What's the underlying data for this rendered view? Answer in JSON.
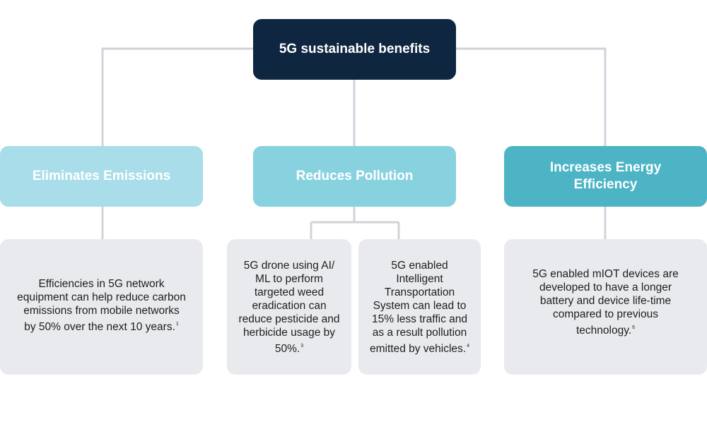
{
  "root": {
    "label": "5G sustainable benefits"
  },
  "categories": [
    {
      "label": "Eliminates Emissions"
    },
    {
      "label": "Reduces Pollution"
    },
    {
      "label": "Increases Energy Efficiency"
    }
  ],
  "details": [
    {
      "text": "Efficiencies in 5G network equipment can help reduce carbon emissions from mobile networks by 50% over the next 10 years.",
      "note": "1"
    },
    {
      "text": "5G drone using AI/ ML to perform targeted weed eradication can reduce pesticide and herbicide usage by 50%.",
      "note": "3"
    },
    {
      "text": "5G  enabled Intelligent Transportation System can lead to 15% less traffic and as a result pollution emitted by vehicles.",
      "note": "4"
    },
    {
      "text": "5G enabled mIOT devices are developed to have a longer battery and device life-time compared to previous technology.",
      "note": "6"
    }
  ],
  "colors": {
    "root_bg": "#0f2641",
    "emissions_bg": "#a9dde9",
    "pollution_bg": "#88d2e0",
    "energy_bg": "#4cb4c5",
    "detail_bg": "#e8eaed",
    "connector": "#cfd3d8"
  }
}
